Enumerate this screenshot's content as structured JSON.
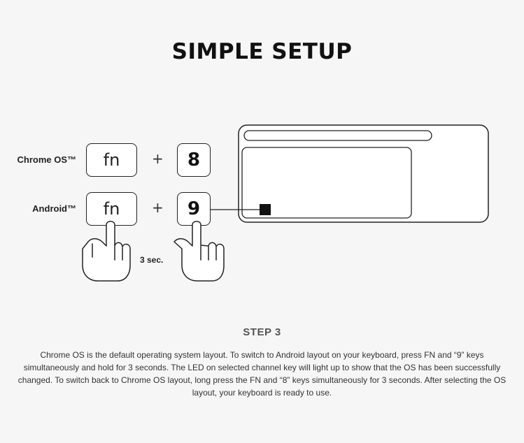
{
  "title": "SIMPLE SETUP",
  "rows": [
    {
      "os": "Chrome OS™",
      "fn_key": "fn",
      "plus": "+",
      "num_key": "8"
    },
    {
      "os": "Android™",
      "fn_key": "fn",
      "plus": "+",
      "num_key": "9"
    }
  ],
  "hold_duration": "3 sec.",
  "step_heading": "STEP 3",
  "description": "Chrome OS is the default operating system layout. To switch to Android layout on your keyboard, press FN and “9” keys simultaneously and hold for 3 seconds. The LED on selected channel key will light up to show that the OS has been successfully changed. To switch back to Chrome OS layout, long press the FN and “8” keys simultaneously for 3 seconds. After selecting the OS layout, your keyboard is ready to use."
}
